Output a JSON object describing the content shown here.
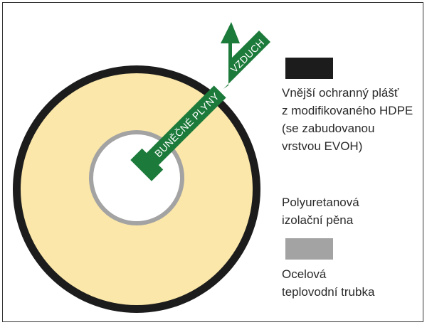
{
  "diagram": {
    "arrows": {
      "air": {
        "label": "VZDUCH",
        "color": "#1c7a3a"
      },
      "cell_gas": {
        "label": "BUNĚČNÉ PLYNY",
        "color": "#1c7a3a"
      }
    },
    "layers": {
      "outer_jacket": {
        "color": "#1c1c1c"
      },
      "foam": {
        "color": "#fbe7a9"
      },
      "steel_pipe": {
        "color": "#a3a3a3"
      },
      "pipe_bore": {
        "color": "#ffffff"
      }
    }
  },
  "legend": [
    {
      "swatch_color": "#1c1c1c",
      "text": "Vnější ochranný plášť\nz modifikovaného HDPE\n(se zabudovanou\nvrstvou EVOH)"
    },
    {
      "swatch_color": null,
      "text": "Polyuretanová\nizolační pěna"
    },
    {
      "swatch_color": "#a3a3a3",
      "text": "Ocelová\nteplovodní trubka"
    }
  ]
}
